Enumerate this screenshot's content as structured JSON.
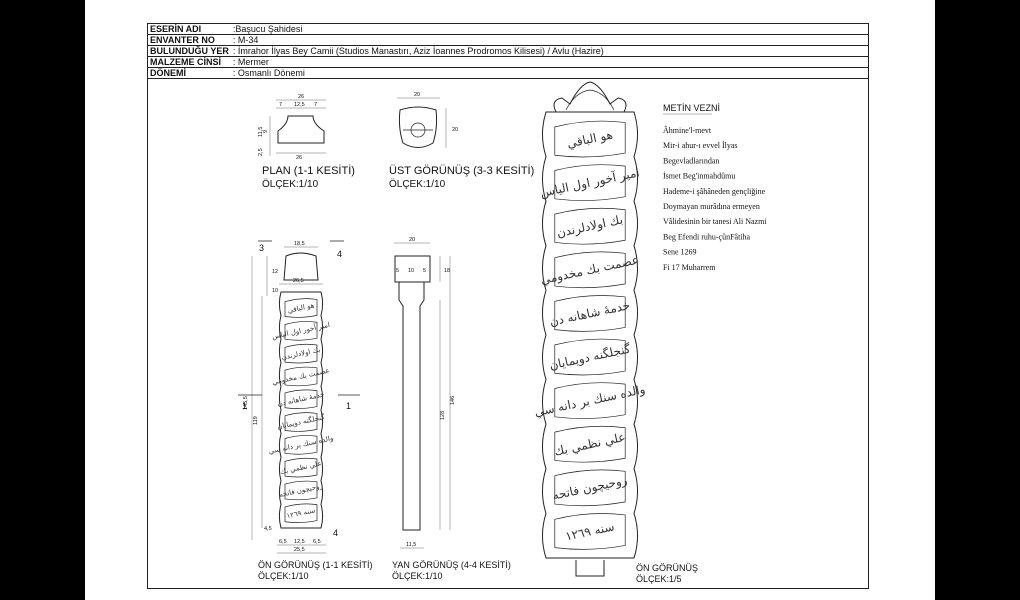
{
  "info": [
    {
      "key": "ESERİN ADI",
      "value": ":Başucu Şahidesi"
    },
    {
      "key": "ENVANTER NO",
      "value": ": M-34"
    },
    {
      "key": "BULUNDUĞU YER",
      "value": ": İmrahor İlyas Bey Camii (Studios Manastırı, Aziz İoannes Prodromos Kilisesi) / Avlu (Hazire)"
    },
    {
      "key": "MALZEME CİNSİ",
      "value": ": Mermer"
    },
    {
      "key": "DÖNEMİ",
      "value": ": Osmanlı Dönemi"
    }
  ],
  "views": {
    "plan": {
      "title": "PLAN (1-1 KESİTİ)",
      "scale": "ÖLÇEK:1/10"
    },
    "top": {
      "title": "ÜST GÖRÜNÜŞ (3-3 KESİTİ)",
      "scale": "ÖLÇEK:1/10"
    },
    "front_small": {
      "title": "ÖN GÖRÜNÜŞ (1-1 KESİTİ)",
      "scale": "ÖLÇEK:1/10"
    },
    "side": {
      "title": "YAN GÖRÜNÜŞ (4-4 KESİTİ)",
      "scale": "ÖLÇEK:1/10"
    },
    "front_large": {
      "title": "ÖN GÖRÜNÜŞ",
      "scale": "ÖLÇEK:1/5"
    }
  },
  "dimensions": {
    "plan_top": "26",
    "plan_a": "7",
    "plan_b": "12,5",
    "plan_c": "7",
    "plan_bottom": "26",
    "plan_h1": "11,5",
    "plan_h2": "9",
    "plan_h3": "2,5",
    "top_w": "20",
    "top_h": "20",
    "front_w1": "18,5",
    "front_w2": "26,5",
    "front_h1": "12",
    "front_h2": "10",
    "front_h3": "119",
    "front_h4": "145,5",
    "front_h5": "4,5",
    "front_b1": "6,5",
    "front_b2": "12,5",
    "front_b3": "6,5",
    "front_b4": "25,5",
    "side_w": "20",
    "side_a": "5",
    "side_b": "10",
    "side_c": "5",
    "side_h1": "18",
    "side_h2": "128",
    "side_h3": "146",
    "side_bottom": "11,5",
    "sec1": "1",
    "sec3": "3",
    "sec4": "4"
  },
  "meter": {
    "title": "METİN VEZNİ",
    "lines": [
      "Âhmine'l-mevt",
      "Mir-i ahur-ı evvel İlyas",
      "Begevladlarından",
      "İsmet Beg'inmahdûmu",
      "Hademe-i şâhâneden gençliğine",
      "Doymayan murâdına ermeyen",
      "Vâlidesinin bir tanesi Ali Nazmi",
      "Beg Efendi ruhu-çûnFâtiha",
      "Sene 1269",
      "Fi 17 Muharrem"
    ]
  },
  "inscription_lines": [
    "هو الباقي",
    "امير آخور اول الياس",
    "بك اولادلرندن",
    "عصمت بك مخدومي",
    "خدمۀ شاهانه دن",
    "گنجلگنه دويمايان",
    "والده سنك بر دانه سي",
    "علي نظمي بك",
    "روحيچون فاتحه",
    "سنه ١٢٦٩"
  ]
}
